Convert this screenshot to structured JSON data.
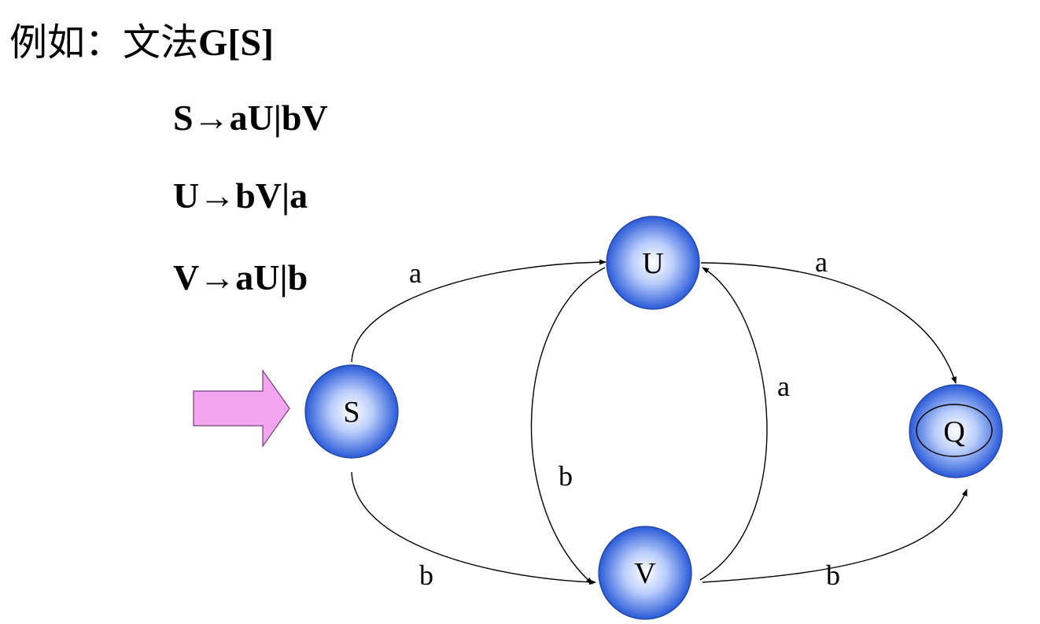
{
  "title": {
    "prefix": "例如：文法",
    "grammar": "G[S]"
  },
  "rules": [
    "S→aU|bV",
    "U→bV|a",
    "V→aU|b"
  ],
  "colors": {
    "state_fill_center": "#ffffff",
    "state_fill_edge": "#2a5ad8",
    "start_arrow": "#f3a6f0"
  },
  "states": {
    "s": "S",
    "u": "U",
    "v": "V",
    "q": "Q"
  },
  "edges": {
    "s_u": "a",
    "u_q": "a",
    "v_u": "a",
    "u_v": "b",
    "s_v": "b",
    "v_q": "b"
  },
  "icons": {
    "start": "start-arrow-icon"
  }
}
